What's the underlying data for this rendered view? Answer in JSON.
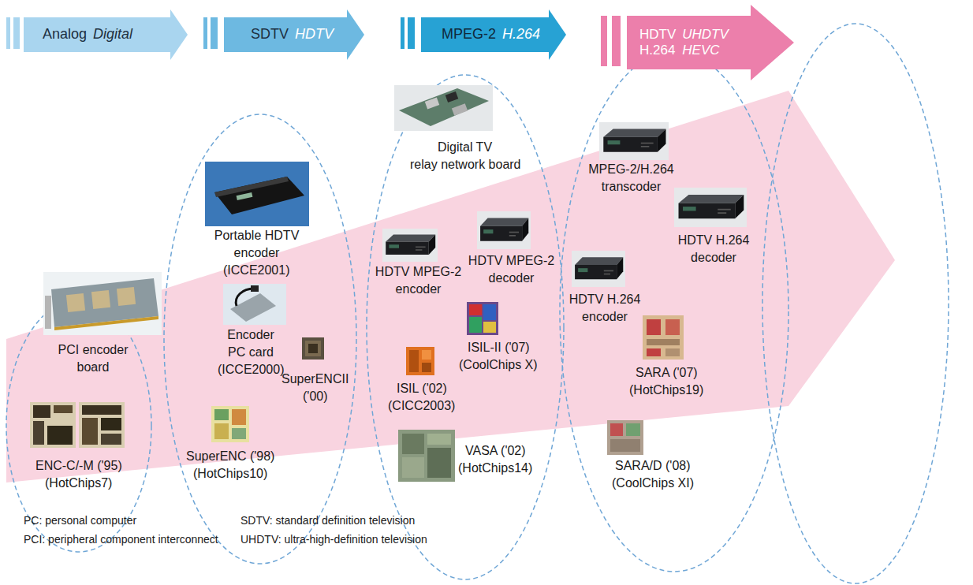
{
  "diagram": {
    "nodes": [
      {
        "text": [
          "Analog",
          "Digital"
        ]
      },
      {
        "text": [
          "SDTV",
          "HDTV"
        ]
      },
      {
        "text": [
          "MPEG-2",
          "H.264"
        ]
      },
      {
        "text": [
          "HDTV",
          "UHDTV",
          "H.264",
          "HEVC"
        ]
      }
    ],
    "labels": [
      "PCI encoder board",
      "ENC-C/-M ('95)",
      "(HotChips7)",
      "Portable HDTV encoder",
      "(ICCE2001)",
      "Encoder PC card",
      "(ICCE2000)",
      "SuperENCII",
      "('00)",
      "SuperENC ('98)",
      "(HotChips10)",
      "Digital TV",
      "relay network board",
      "HDTV MPEG-2 encoder",
      "HDTV MPEG-2 decoder",
      "ISIL-II ('07)",
      "(CoolChips X)",
      "ISIL ('02)",
      "(CICC2003)",
      "VASA ('02)",
      "(HotChips14)",
      "MPEG-2/H.264 transcoder",
      "HDTV H.264 decoder",
      "HDTV H.264 encoder",
      "SARA ('07)",
      "(HotChips19)",
      "SARA/D ('08)",
      "(CoolChips XI)",
      "PC: personal computer",
      "PCI: peripheral component interconnect",
      "SDTV: standard definition television",
      "UHDTV: ultra-high-definition television"
    ]
  }
}
